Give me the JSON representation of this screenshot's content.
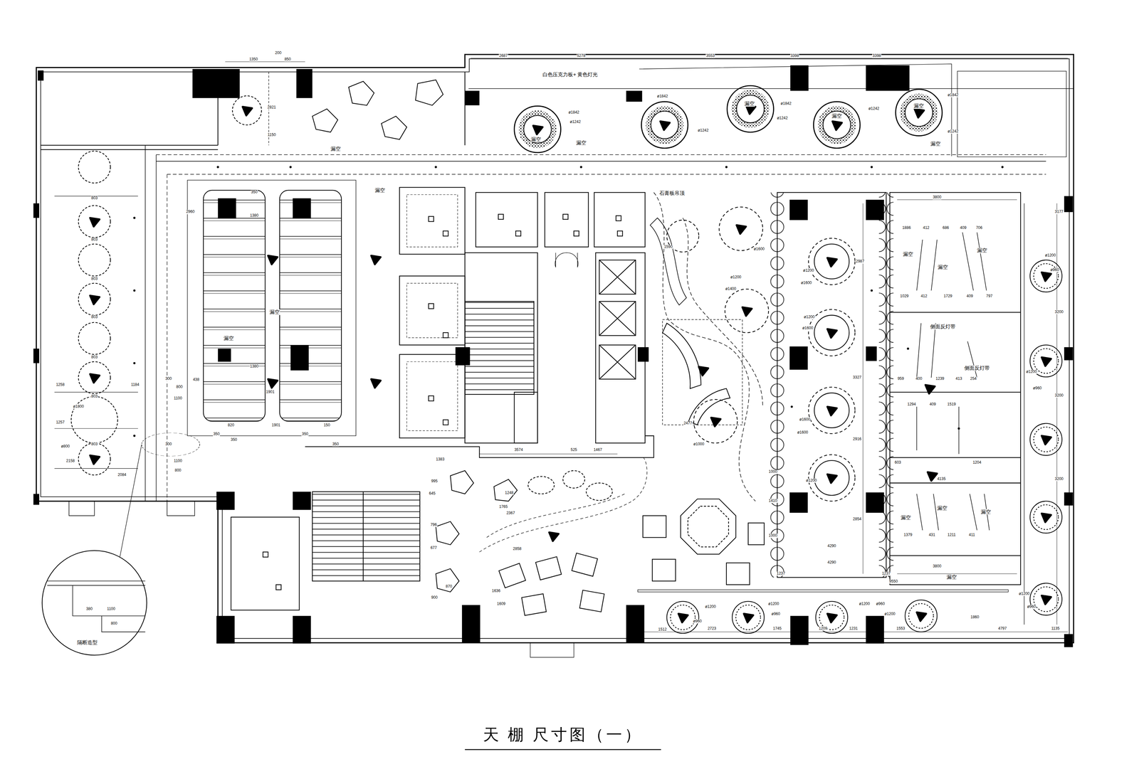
{
  "diagram": {
    "title": "天 棚 尺寸图（一）",
    "labels": [
      "1350",
      "200",
      "850",
      "2687",
      "5278",
      "3553",
      "3398",
      "3398",
      "白色压克力板+ 黄色灯光",
      "ø1842",
      "ø1242",
      "漏空",
      "漏空",
      "ø1842",
      "ø1242",
      "漏空",
      "ø1842",
      "ø1242",
      "ø1842",
      "ø1242",
      "ø1242",
      "漏空",
      "漏空",
      "漏空",
      "2821",
      "1150",
      "漏空",
      "2960",
      "漏空",
      "石膏板吊顶",
      "漏空",
      "漏空",
      "803",
      "803",
      "803",
      "803",
      "803",
      "803",
      "803",
      "ø1800",
      "1258",
      "1257",
      "1184",
      "2158",
      "2084",
      "ø800",
      "3574",
      "525",
      "1467",
      "2858",
      "2367",
      "2477",
      "1590",
      "3800",
      "1886",
      "412",
      "686",
      "409",
      "706",
      "漏空",
      "漏空",
      "漏空",
      "1029",
      "412",
      "1729",
      "409",
      "797",
      "侧面反灯带",
      "侧面反灯带",
      "959",
      "400",
      "1239",
      "413",
      "254",
      "1294",
      "409",
      "1519",
      "603",
      "1204",
      "4135",
      "漏空",
      "漏空",
      "漏空",
      "1379",
      "431",
      "1211",
      "411",
      "3800",
      "漏空",
      "4290",
      "4290",
      "9550",
      "1237",
      "1237",
      "ø1200",
      "ø960",
      "3177",
      "3200",
      "3200",
      "3200",
      "ø1200",
      "ø960",
      "ø1200",
      "ø960",
      "ø1200",
      "ø960",
      "ø1200",
      "ø960",
      "ø1200",
      "1512",
      "2723",
      "1745",
      "1209",
      "1231",
      "1553",
      "4797",
      "1135",
      "ø1200",
      "ø960",
      "1860",
      "ø1200",
      "ø1600",
      "ø1200",
      "ø1600",
      "ø1200",
      "ø1600",
      "ø1600",
      "ø1600",
      "ø1200",
      "ø1400",
      "ø1000",
      "2987",
      "3327",
      "2916",
      "2854",
      "1410",
      "1000",
      "1000",
      "1380",
      "1380",
      "350",
      "1901",
      "820",
      "1901",
      "438",
      "350",
      "350",
      "350",
      "150",
      "350",
      "800",
      "1100",
      "800",
      "1100",
      "300",
      "300",
      "隔断造型",
      "380",
      "1100",
      "800",
      "1383",
      "995",
      "645",
      "796",
      "677",
      "870",
      "900",
      "1609",
      "1636",
      "1248",
      "1765"
    ]
  }
}
